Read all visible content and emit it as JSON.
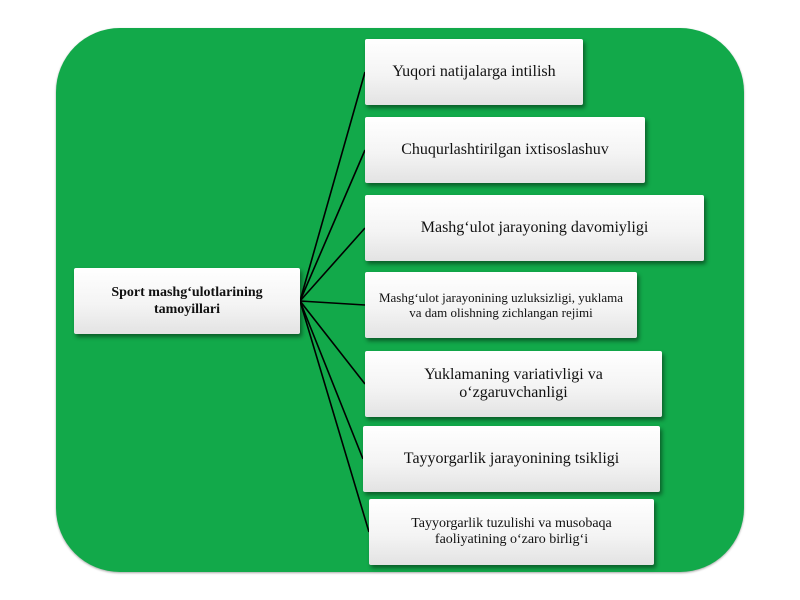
{
  "diagram": {
    "root": "Sport mashg‘ulotlarining tamoyillari",
    "children": [
      "Yuqori natijalarga intilish",
      "Chuqurlashtirilgan ixtisoslashuv",
      "Mashg‘ulot jarayoning davomiyligi",
      "Mashg‘ulot jarayonining uzluksizligi, yuklama va dam olishning zichlangan rejimi",
      "Yuklamaning variativligi va o‘zgaruvchanligi",
      "Tayyorgarlik jarayonining tsikligi",
      "Tayyorgarlik tuzulishi va musobaqa faoliyatining o‘zaro birlig‘i"
    ]
  },
  "colors": {
    "panel": "#12a94a",
    "connector": "#000000"
  }
}
